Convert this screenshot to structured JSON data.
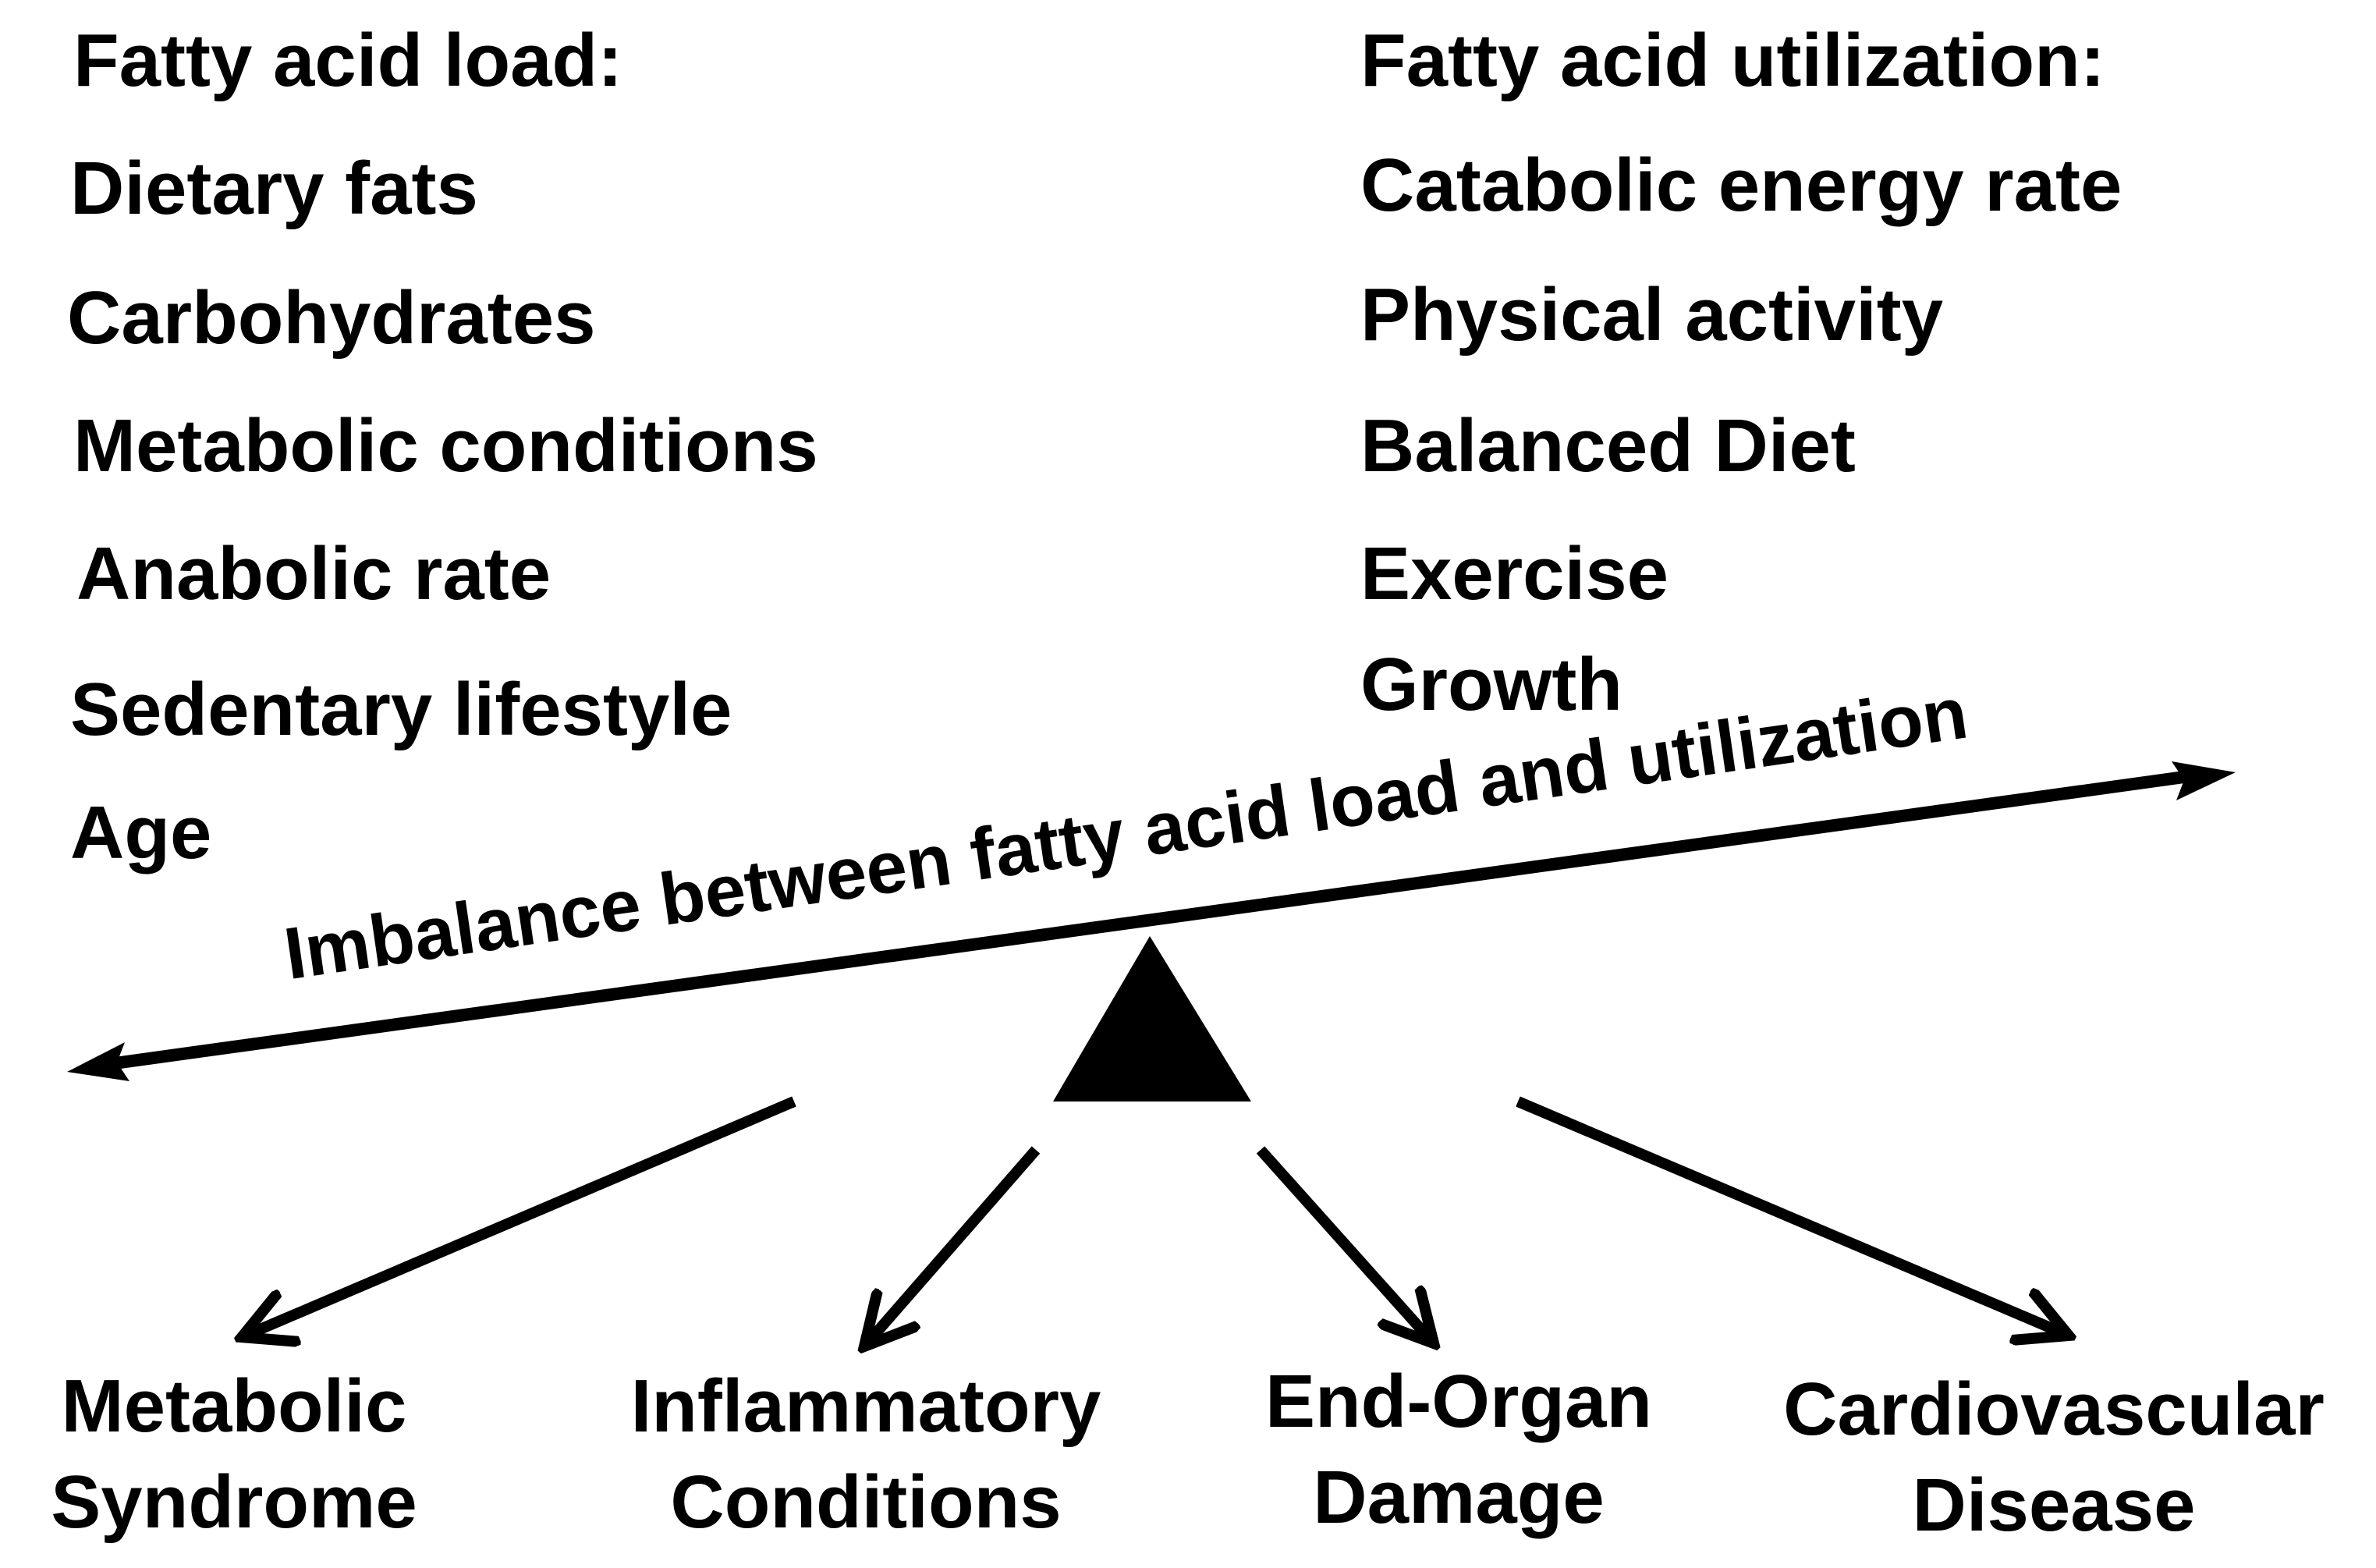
{
  "load": {
    "heading": "Fatty acid load:",
    "items": [
      "Dietary fats",
      "Carbohydrates",
      "Metabolic conditions",
      "Anabolic rate",
      "Sedentary lifestyle",
      "Age"
    ]
  },
  "utilization": {
    "heading": "Fatty acid utilization:",
    "items": [
      "Catabolic energy rate",
      "Physical activity",
      "Balanced Diet",
      "Exercise",
      "Growth"
    ]
  },
  "balance": {
    "label": "Imbalance between fatty acid load and utilization"
  },
  "outcomes": [
    {
      "line1": "Metabolic",
      "line2": "Syndrome"
    },
    {
      "line1": "Inflammatory",
      "line2": "Conditions"
    },
    {
      "line1": "End-Organ",
      "line2": "Damage"
    },
    {
      "line1": "Cardiovascular",
      "line2": "Disease"
    }
  ]
}
